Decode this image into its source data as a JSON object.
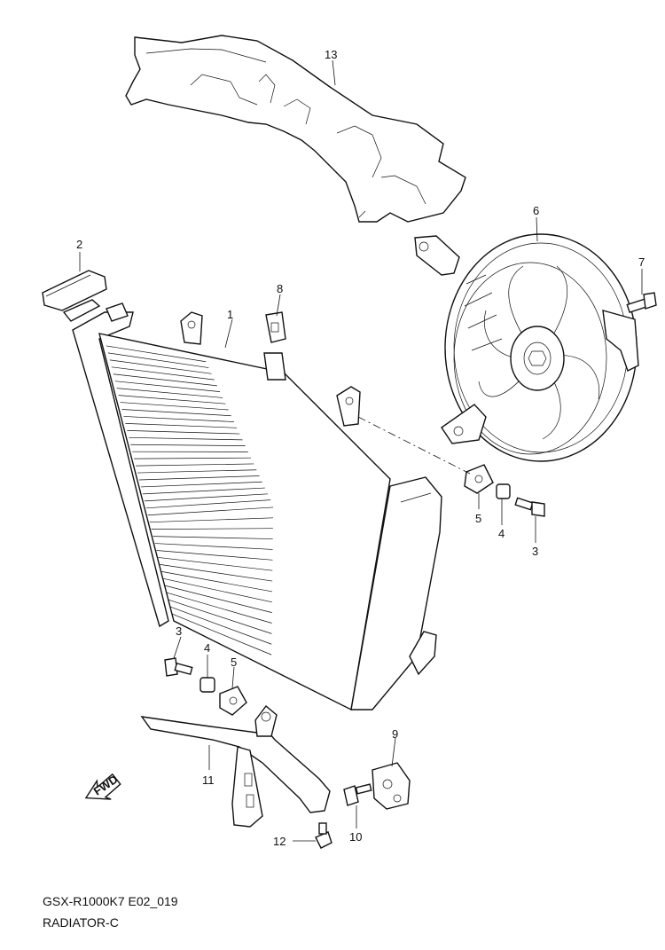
{
  "diagram": {
    "callouts": [
      {
        "id": "c13",
        "text": "13"
      },
      {
        "id": "c6",
        "text": "6"
      },
      {
        "id": "c7",
        "text": "7"
      },
      {
        "id": "c2",
        "text": "2"
      },
      {
        "id": "c8",
        "text": "8"
      },
      {
        "id": "c1",
        "text": "1"
      },
      {
        "id": "c5a",
        "text": "5"
      },
      {
        "id": "c4a",
        "text": "4"
      },
      {
        "id": "c3a",
        "text": "3"
      },
      {
        "id": "c3b",
        "text": "3"
      },
      {
        "id": "c4b",
        "text": "4"
      },
      {
        "id": "c5b",
        "text": "5"
      },
      {
        "id": "c9",
        "text": "9"
      },
      {
        "id": "c11",
        "text": "11"
      },
      {
        "id": "c10",
        "text": "10"
      },
      {
        "id": "c12",
        "text": "12"
      }
    ],
    "fwd_label": "FWD"
  },
  "caption": {
    "model_code": "GSX-R1000K7 E02_019",
    "section": "RADIATOR-C"
  }
}
